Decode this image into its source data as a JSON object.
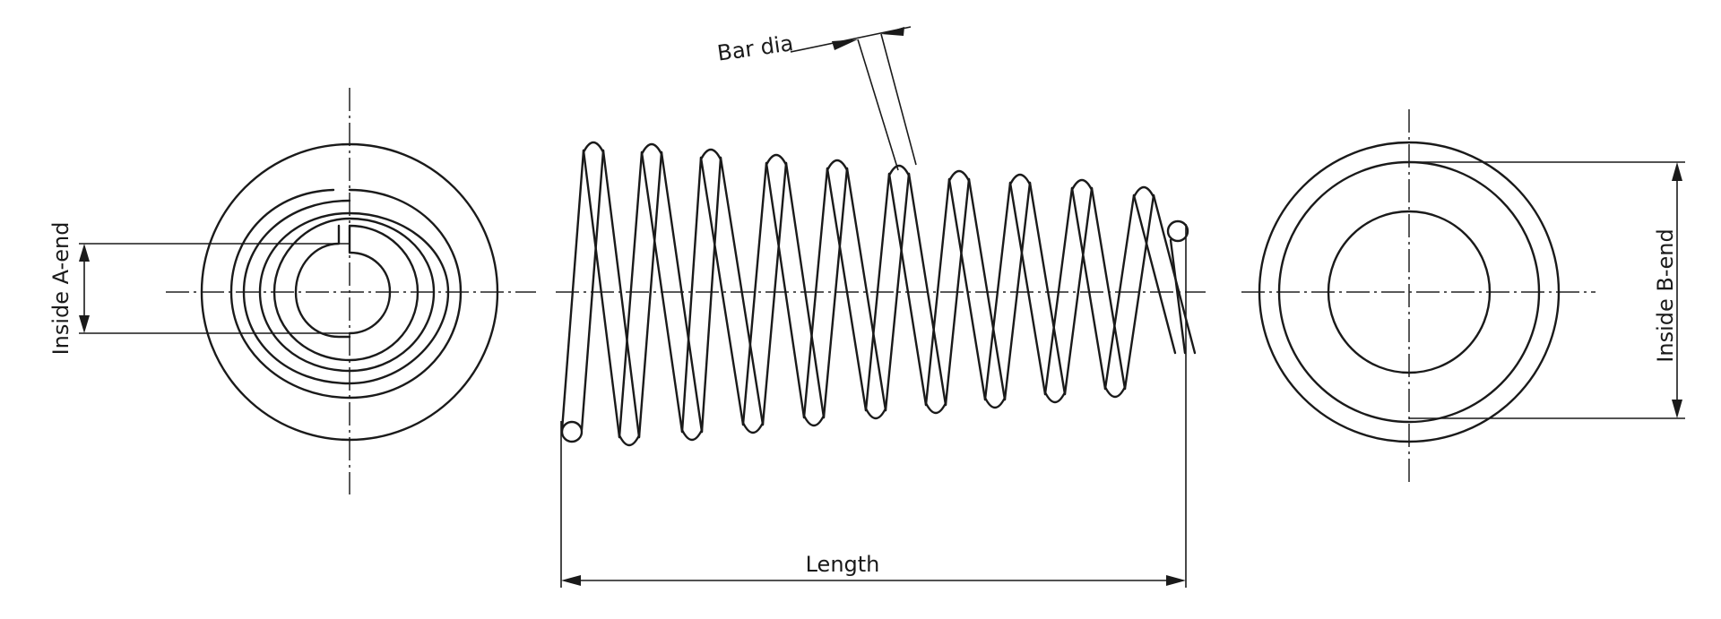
{
  "labels": {
    "bar_dia": "Bar dia",
    "inside_a_end": "Inside A-end",
    "inside_b_end": "Inside B-end",
    "length": "Length"
  },
  "colors": {
    "line": "#1a1a1a",
    "background": "#ffffff"
  }
}
